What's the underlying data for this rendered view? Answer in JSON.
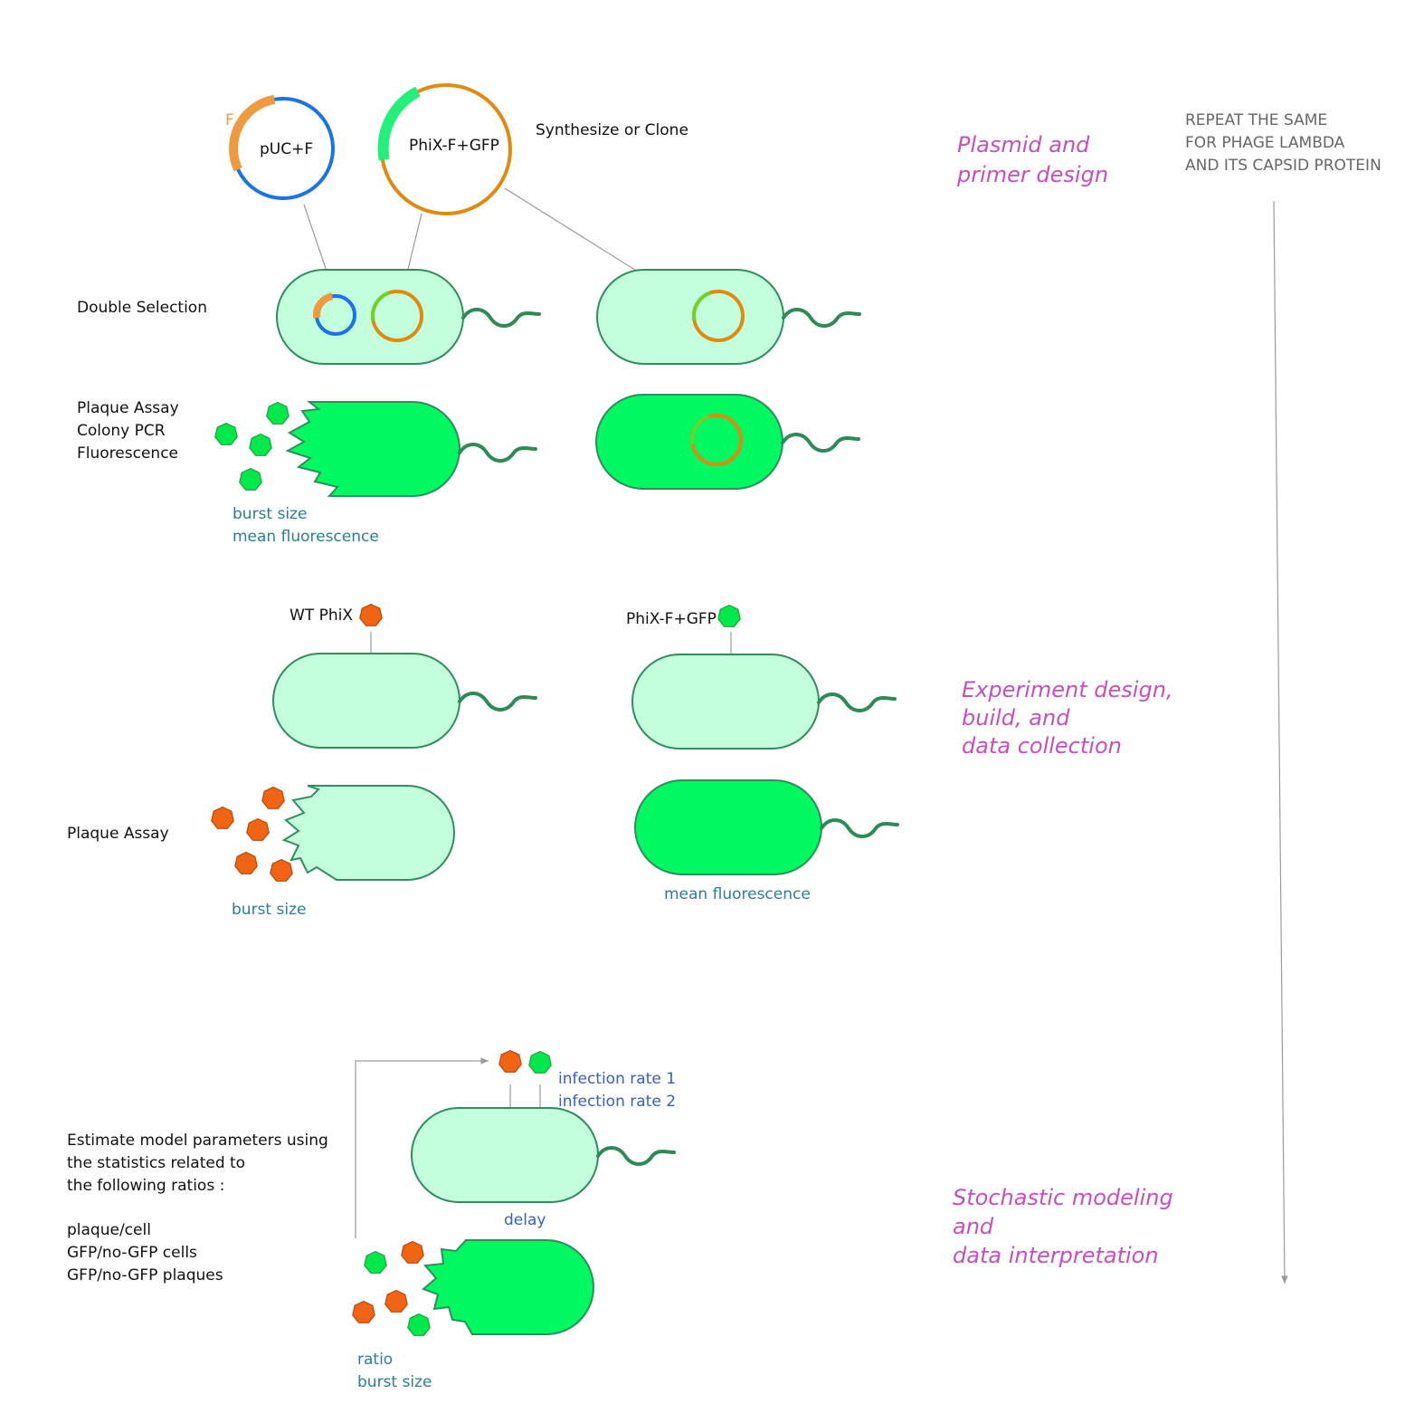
{
  "plasmids": {
    "puc_label": "pUC+F",
    "puc_marker": "F",
    "phix_label": "PhiX-F+GFP",
    "synth_label": "Synthesize or Clone"
  },
  "stages": {
    "plasmid_design": [
      "Plasmid and",
      "primer design"
    ],
    "experiment": [
      "Experiment design,",
      "build, and",
      "data collection"
    ],
    "modeling": [
      "Stochastic modeling",
      "and",
      "data interpretation"
    ]
  },
  "repeat_note": [
    "REPEAT THE SAME",
    "FOR PHAGE LAMBDA",
    "AND ITS CAPSID PROTEIN"
  ],
  "step_labels": {
    "double_selection": "Double Selection",
    "assays": [
      "Plaque Assay",
      "Colony PCR",
      "Fluorescence"
    ],
    "plaque_assay": "Plaque Assay",
    "estimate": [
      "Estimate model parameters using",
      "the statistics related to",
      "the following ratios :"
    ],
    "ratios": [
      "plaque/cell",
      "GFP/no-GFP cells",
      "GFP/no-GFP plaques"
    ]
  },
  "measurements": {
    "top": [
      "burst size",
      "mean fluorescence"
    ],
    "wt_burst": "burst size",
    "gfp_fluor": "mean fluorescence",
    "infection": [
      "infection rate 1",
      "infection rate 2"
    ],
    "delay": "delay",
    "final": [
      "ratio",
      "burst size"
    ]
  },
  "phages": {
    "wt": "WT PhiX",
    "gfp": "PhiX-F+GFP"
  },
  "colors": {
    "orange_phage": "#f06414",
    "green_phage": "#00e84a",
    "plasmid_blue": "#1a73e8",
    "plasmid_orange": "#e08a10",
    "f_segment": "#f09a40",
    "stage_pink": "#c64fc0",
    "measure_teal": "#2a7f93"
  },
  "icons": [
    "plasmid-icon",
    "bacterium-cell-icon",
    "flagellum-icon",
    "phage-icon",
    "arrow-icon"
  ]
}
